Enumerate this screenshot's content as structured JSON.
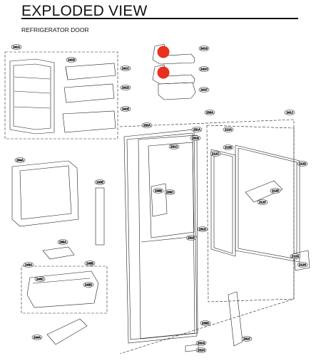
{
  "header": {
    "title": "EXPLODED VIEW",
    "subtitle": "REFRIGERATOR DOOR"
  },
  "colors": {
    "highlight": "#e8311e",
    "line": "#222222"
  },
  "parts": {
    "p241A": "241A",
    "p241B": "241B",
    "p241C": "241C",
    "p241D": "241D",
    "p241E": "241E",
    "p241F": "241F",
    "p241G": "241G",
    "p241H": "241H",
    "p241J": "241J",
    "p232A": "232A",
    "p233A": "233A",
    "p233B": "233B",
    "p233C": "233C",
    "p233D": "233D",
    "p235A": "235A",
    "p243A": "243A",
    "p243B": "243B",
    "p243C": "243C",
    "p243D": "243D",
    "p244A": "244A",
    "p264A": "264A",
    "p231A": "231A",
    "p231B": "231B",
    "p231C": "231C",
    "p231D": "231D",
    "p231E": "231E",
    "p231F": "231F",
    "p231G": "231G",
    "p231H": "231H",
    "p130E": "130E",
    "p212A": "212A",
    "p212B": "212B",
    "p212C": "212C",
    "p212D": "212D",
    "p212E": "212E",
    "p212F": "212F",
    "p212G": "212G",
    "p212H": "212H"
  }
}
